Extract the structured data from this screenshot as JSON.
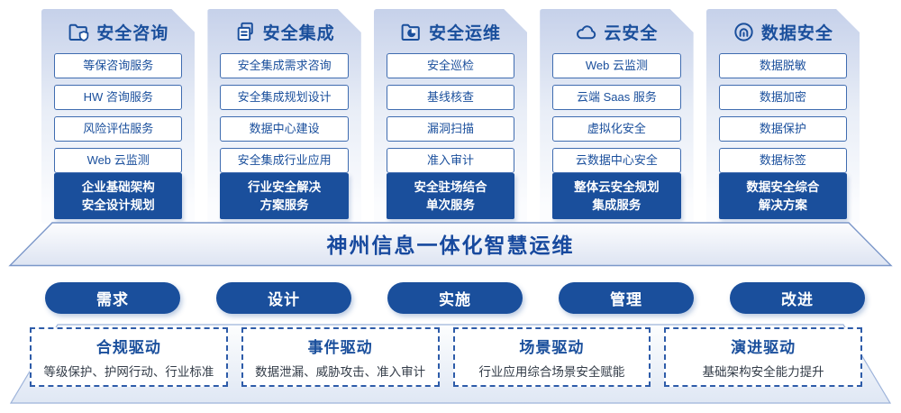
{
  "columns": [
    {
      "title": "安全咨询",
      "icon": "folder-shield-icon",
      "items": [
        "等保咨询服务",
        "HW 咨询服务",
        "风险评估服务",
        "Web 云监测"
      ],
      "highlight": "企业基础架构\n安全设计规划"
    },
    {
      "title": "安全集成",
      "icon": "copy-document-icon",
      "items": [
        "安全集成需求咨询",
        "安全集成规划设计",
        "数据中心建设",
        "安全集成行业应用"
      ],
      "highlight": "行业安全解决\n方案服务"
    },
    {
      "title": "安全运维",
      "icon": "folder-clock-icon",
      "items": [
        "安全巡检",
        "基线核查",
        "漏洞扫描",
        "准入审计"
      ],
      "highlight": "安全驻场结合\n单次服务"
    },
    {
      "title": "云安全",
      "icon": "cloud-icon",
      "items": [
        "Web 云监测",
        "云端 Saas 服务",
        "虚拟化安全",
        "云数据中心安全"
      ],
      "highlight": "整体云安全规划\n集成服务"
    },
    {
      "title": "数据安全",
      "icon": "fingerprint-icon",
      "items": [
        "数据脱敏",
        "数据加密",
        "数据保护",
        "数据标签"
      ],
      "highlight": "数据安全综合\n解决方案"
    }
  ],
  "banner": {
    "title": "神州信息一体化智慧运维"
  },
  "process_pills": [
    "需求",
    "设计",
    "实施",
    "管理",
    "改进"
  ],
  "drivers": [
    {
      "title": "合规驱动",
      "description": "等级保护、护网行动、行业标准"
    },
    {
      "title": "事件驱动",
      "description": "数据泄漏、威胁攻击、准入审计"
    },
    {
      "title": "场景驱动",
      "description": "行业应用综合场景安全赋能"
    },
    {
      "title": "演进驱动",
      "description": "基础架构安全能力提升"
    }
  ],
  "colors": {
    "primary": "#1a4f9c",
    "title_blue": "#17499e",
    "border_blue": "#3f6cb0",
    "desc_text": "#333c48",
    "panel_edge": "#8fa7d1"
  }
}
